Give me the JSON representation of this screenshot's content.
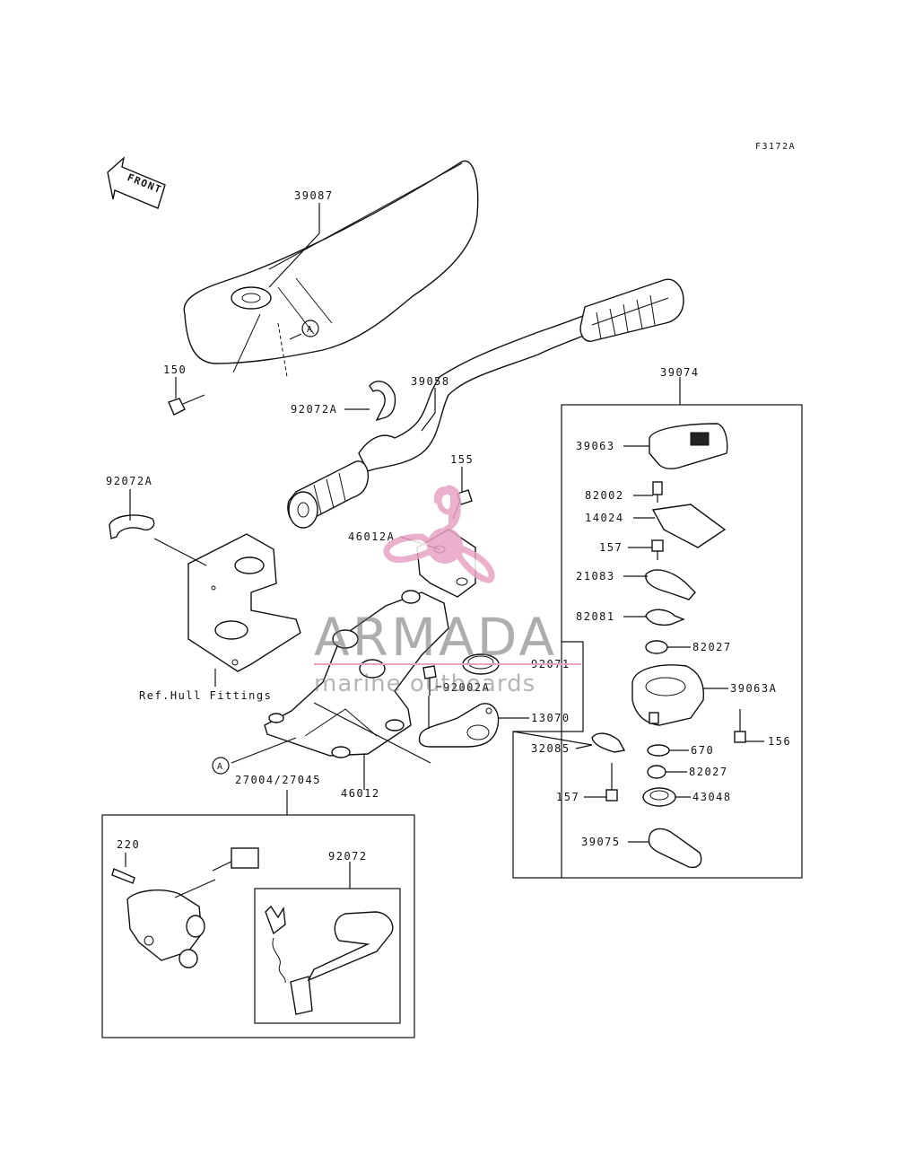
{
  "figure_code": "F3172A",
  "front_arrow_text": "FRONT",
  "callouts": {
    "c39087": "39087",
    "c150": "150",
    "c92072A": "92072A",
    "c39058": "39058",
    "c155": "155",
    "c92072A_2": "92072A",
    "c46012A": "46012A",
    "c92071": "92071",
    "c92002A": "92002A",
    "c13070": "13070",
    "c27004": "27004/27045",
    "c46012": "46012",
    "c220": "220",
    "c92072": "92072",
    "c39074": "39074",
    "c39063": "39063",
    "c82002": "82002",
    "c14024": "14024",
    "c157a": "157",
    "c21083": "21083",
    "c82081": "82081",
    "c82027a": "82027",
    "c39063A": "39063A",
    "c156": "156",
    "c32085": "32085",
    "c670": "670",
    "c82027b": "82027",
    "c157b": "157",
    "c43048": "43048",
    "c39075": "39075",
    "refA1": "A",
    "refA2": "A"
  },
  "ref_hull": "Ref.Hull Fittings",
  "watermark": {
    "brand": "ARMADA",
    "tagline": "marine outboards",
    "color": "#e7a3c4"
  }
}
